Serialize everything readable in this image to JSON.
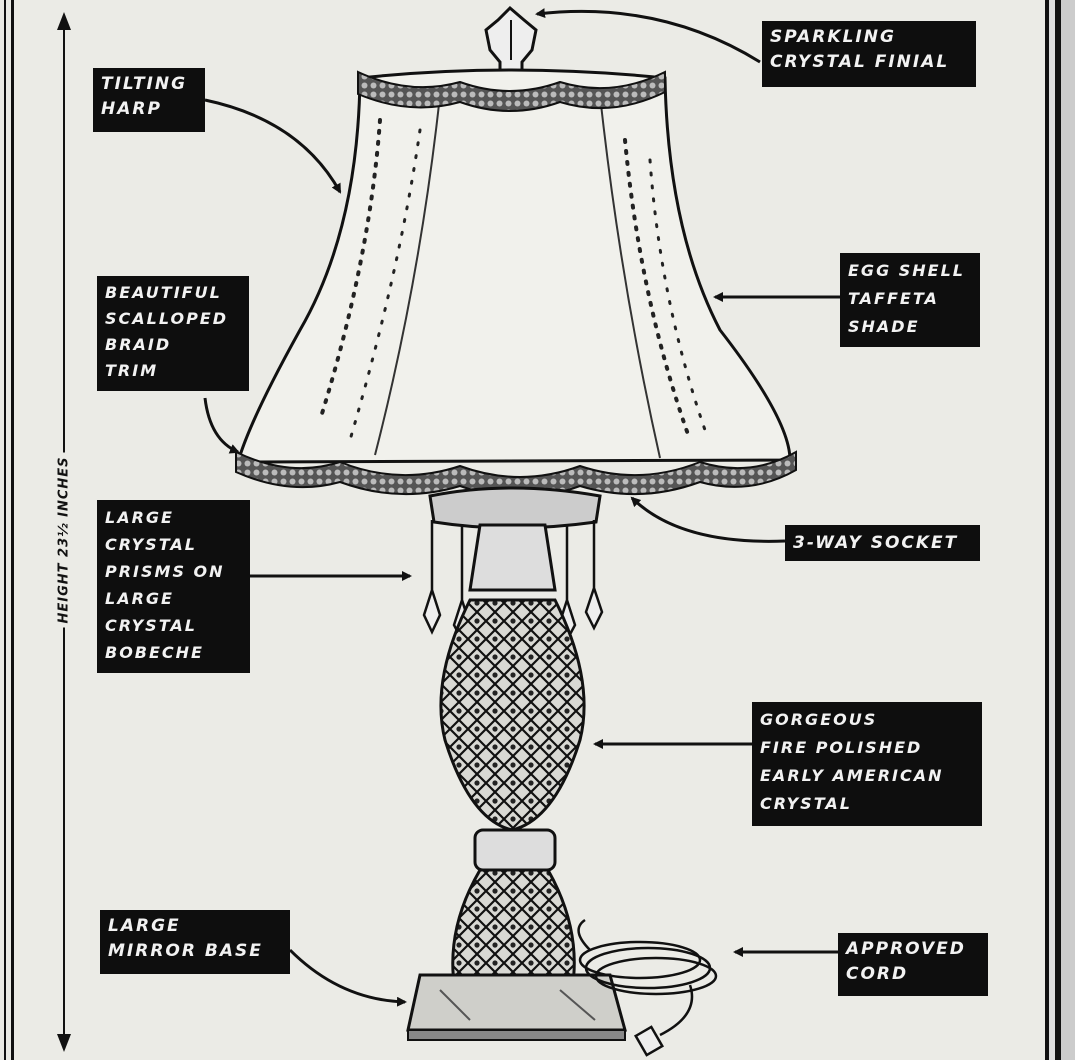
{
  "labels": {
    "finial": "SPARKLING\nCRYSTAL FINIAL",
    "harp": "TILTING\nHARP",
    "braid": "BEAUTIFUL\nSCALLOPED\nBRAID\nTRIM",
    "shade": "EGG SHELL\nTAFFETA\nSHADE",
    "prisms": "LARGE\nCRYSTAL\nPRISMS ON\nLARGE\nCRYSTAL\nBOBECHE",
    "socket": "3-WAY SOCKET",
    "crystal": "GORGEOUS\nFIRE POLISHED\nEARLY AMERICAN\nCRYSTAL",
    "base": "LARGE\nMIRROR BASE",
    "cord": "APPROVED\nCORD"
  },
  "height_label": "HEIGHT 23½ INCHES"
}
